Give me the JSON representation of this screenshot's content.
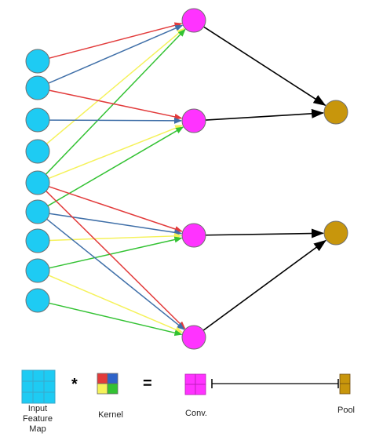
{
  "diagram": {
    "colors": {
      "input_node": "#1ECBF3",
      "conv_node": "#FF33FF",
      "pool_node": "#C8960C",
      "edge_red": "#E23B3B",
      "edge_blue": "#3F6FA8",
      "edge_yellow": "#F5F25A",
      "edge_green": "#33C233",
      "pool_edge": "#000000",
      "node_stroke": "#6f6f6f"
    },
    "input_nodes": 9,
    "conv_nodes": 4,
    "pool_nodes": 2,
    "kernel_edges": [
      {
        "from": 0,
        "to": 0,
        "color": "red"
      },
      {
        "from": 1,
        "to": 0,
        "color": "blue"
      },
      {
        "from": 3,
        "to": 0,
        "color": "yellow"
      },
      {
        "from": 4,
        "to": 0,
        "color": "green"
      },
      {
        "from": 1,
        "to": 1,
        "color": "red"
      },
      {
        "from": 2,
        "to": 1,
        "color": "blue"
      },
      {
        "from": 4,
        "to": 1,
        "color": "yellow"
      },
      {
        "from": 5,
        "to": 1,
        "color": "green"
      },
      {
        "from": 4,
        "to": 2,
        "color": "red"
      },
      {
        "from": 5,
        "to": 2,
        "color": "blue"
      },
      {
        "from": 6,
        "to": 2,
        "color": "yellow"
      },
      {
        "from": 7,
        "to": 2,
        "color": "green"
      },
      {
        "from": 4,
        "to": 3,
        "color": "red"
      },
      {
        "from": 5,
        "to": 3,
        "color": "blue"
      },
      {
        "from": 7,
        "to": 3,
        "color": "yellow"
      },
      {
        "from": 8,
        "to": 3,
        "color": "green"
      }
    ],
    "pool_edges": [
      {
        "from": 0,
        "to": 0
      },
      {
        "from": 1,
        "to": 0
      },
      {
        "from": 2,
        "to": 1
      },
      {
        "from": 3,
        "to": 1
      }
    ]
  },
  "legend": {
    "input_label_lines": [
      "Input",
      "Feature",
      "Map"
    ],
    "operator_times": "*",
    "operator_equals": "=",
    "kernel_label": "Kernel",
    "conv_label": "Conv.",
    "pool_label": "Pool",
    "kernel_colors": [
      "#E23B3B",
      "#2E63C9",
      "#F5F25A",
      "#33C233"
    ]
  }
}
